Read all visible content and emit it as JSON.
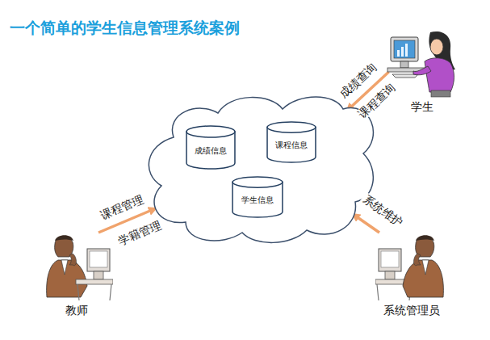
{
  "diagram": {
    "title": "一个简单的学生信息管理系统案例",
    "nodes": [
      {
        "text": [
          "学生"
        ]
      },
      {
        "text": []
      },
      {
        "text": [
          "成绩信息"
        ],
        "in": 1
      },
      {
        "text": [
          "课程信息"
        ],
        "in": 1
      },
      {
        "text": [
          "学生信息"
        ],
        "in": 1
      },
      {
        "text": [
          "教师"
        ]
      },
      {
        "text": [
          "系统管理员"
        ]
      }
    ],
    "edges": [
      {
        "from": 0,
        "to": 1,
        "arrow": "to",
        "label": "成绩查询"
      },
      {
        "from": 5,
        "to": 1,
        "arrow": "to",
        "label": "课程管理"
      },
      {
        "from": 6,
        "to": 1,
        "arrow": "to",
        "label": "系统维护"
      }
    ],
    "labels": [
      "课程查询",
      "学籍管理"
    ]
  }
}
